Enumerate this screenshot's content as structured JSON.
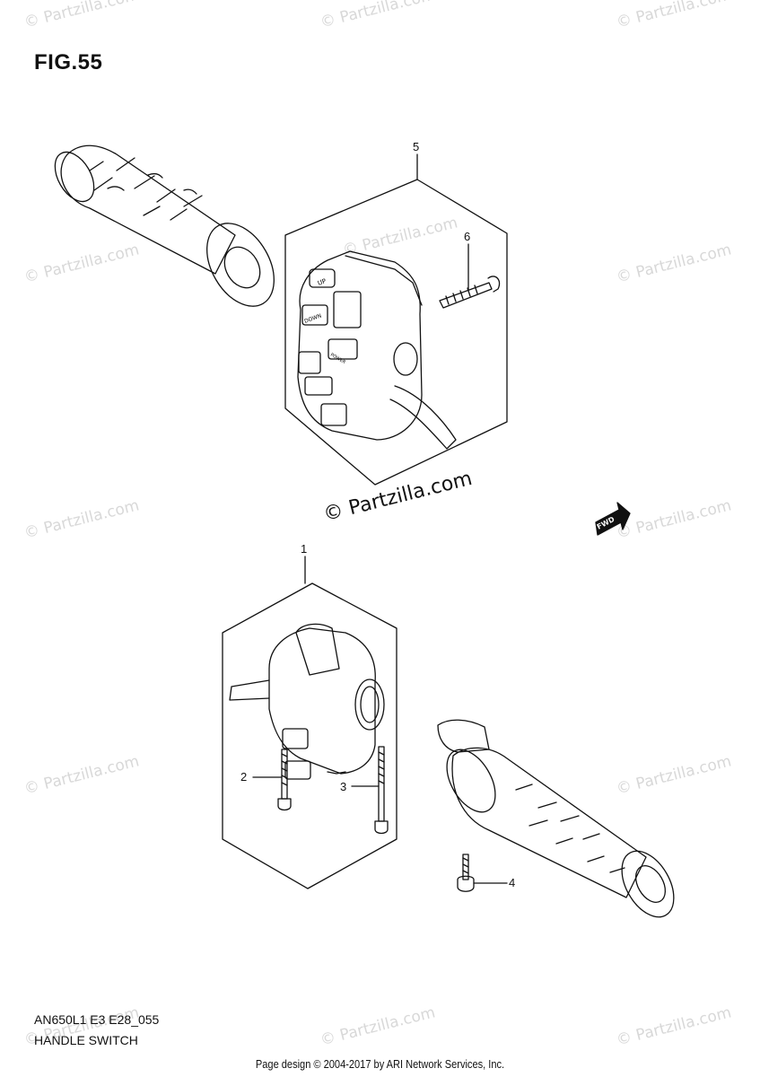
{
  "figure": {
    "title": "FIG.55"
  },
  "callouts": {
    "p1": "1",
    "p2": "2",
    "p3": "3",
    "p4": "4",
    "p5": "5",
    "p6": "6"
  },
  "switch_labels": {
    "up": "UP",
    "down": "DOWN",
    "power": "POWER"
  },
  "fwd_label": "FWD",
  "watermark": {
    "text": "© Partzilla.com",
    "center_text": "© Partzilla.com"
  },
  "model_code": "AN650L1 E3 E28_055",
  "caption": "HANDLE SWITCH",
  "footer": "Page design © 2004-2017 by ARI Network Services, Inc."
}
